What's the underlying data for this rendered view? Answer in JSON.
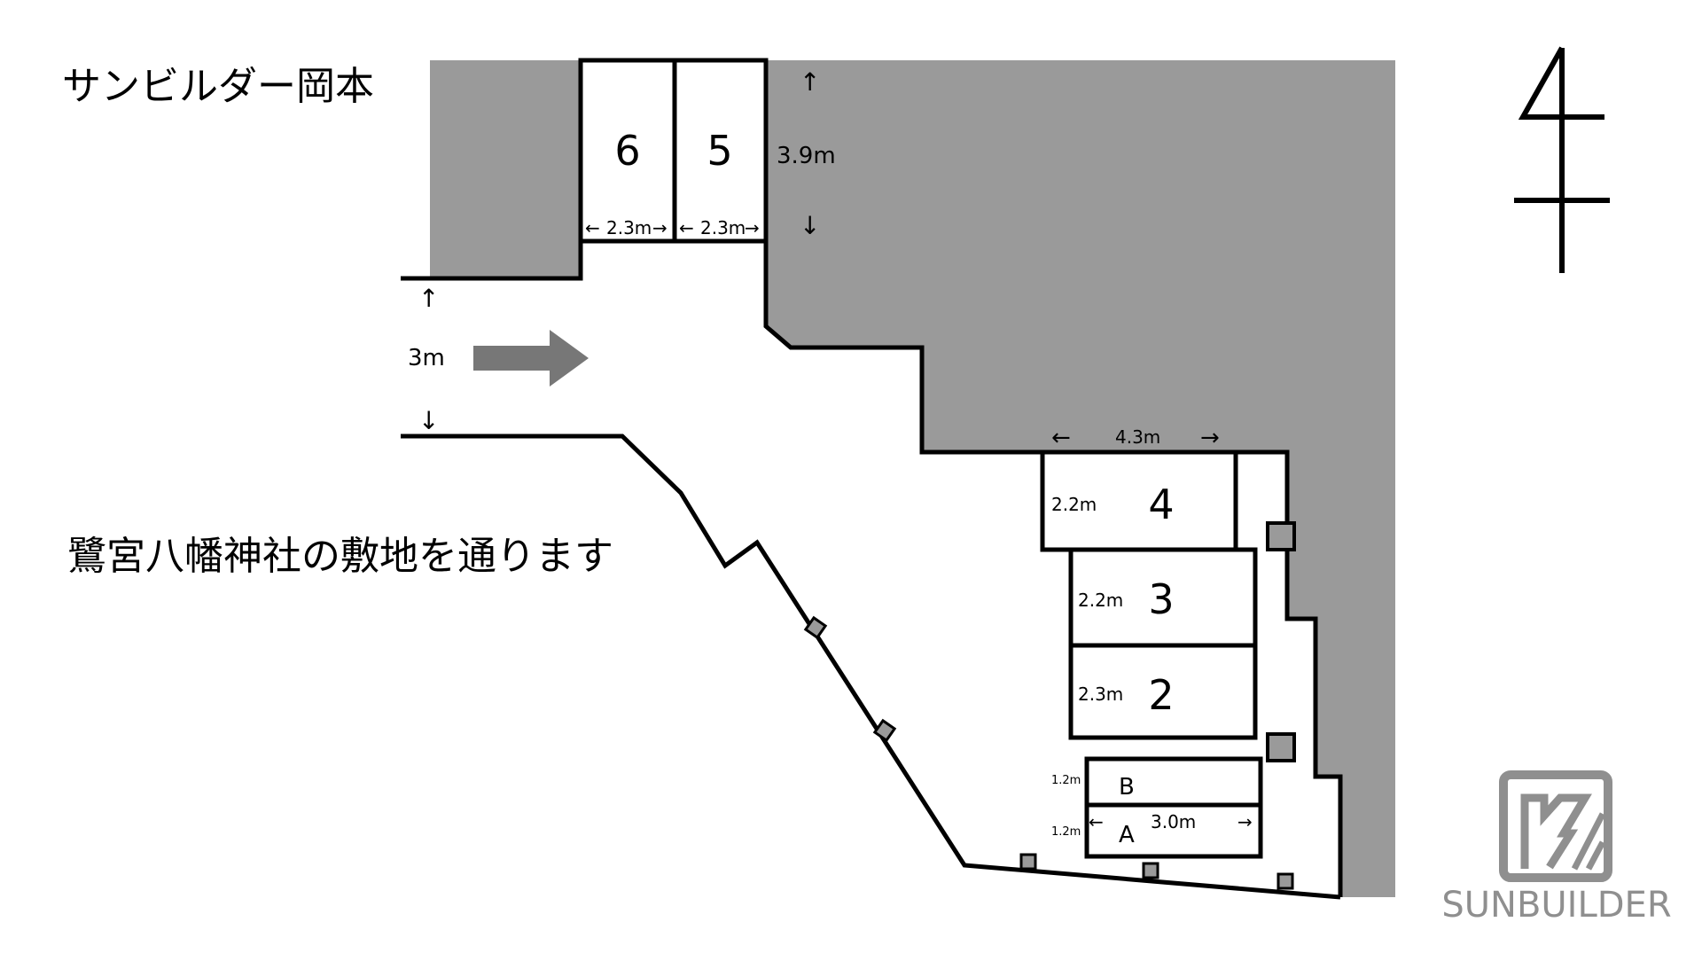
{
  "title": "サンビルダー岡本",
  "note": "鷺宮八幡神社の敷地を通ります",
  "logo_text": "SUNBUILDER",
  "colors": {
    "building": "#9a9a9a",
    "arrow": "#777777",
    "line": "#000000",
    "logo": "#8f8f8f"
  },
  "slots": [
    {
      "id": "6",
      "label": "6",
      "width": "2.3m"
    },
    {
      "id": "5",
      "label": "5",
      "width": "2.3m",
      "length": "3.9m"
    },
    {
      "id": "4",
      "label": "4",
      "width": "2.2m",
      "length": "4.3m"
    },
    {
      "id": "3",
      "label": "3",
      "width": "2.2m"
    },
    {
      "id": "2",
      "label": "2",
      "width": "2.3m"
    },
    {
      "id": "B",
      "label": "B",
      "width": "1.2m"
    },
    {
      "id": "A",
      "label": "A",
      "width": "1.2m",
      "length": "3.0m"
    }
  ],
  "entrance": {
    "width": "3m",
    "direction": "east"
  },
  "arrows": {
    "up": "↑",
    "down": "↓",
    "left": "←",
    "right": "→"
  },
  "icons": {
    "north_marker": "north-arrow-icon",
    "logo": "sunbuilder-logo-icon",
    "entrance_arrow": "entry-arrow-icon"
  }
}
